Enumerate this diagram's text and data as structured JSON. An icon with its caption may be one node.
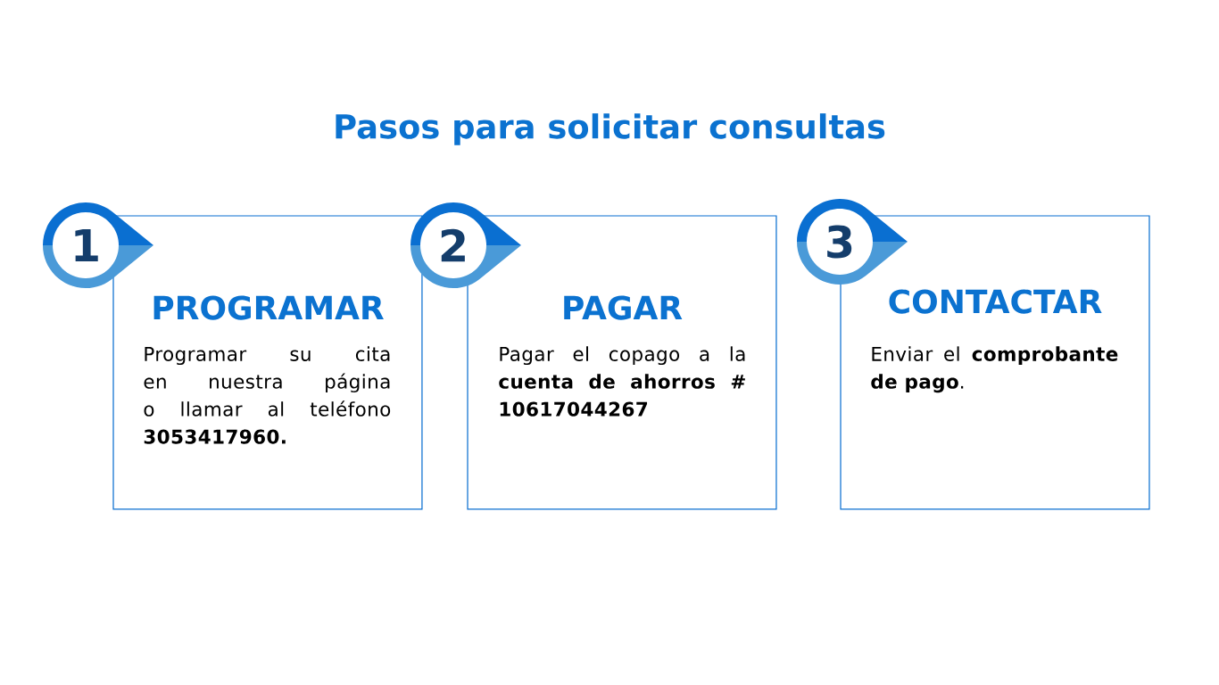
{
  "diagram": {
    "title": "Pasos para solicitar consultas",
    "nodes": [
      {
        "text": [
          "1"
        ]
      },
      {
        "text": [
          "PROGRAMAR",
          "Programar su cita en nuestra página o llamar al teléfono **3053417960.**"
        ]
      },
      {
        "text": [
          "2"
        ]
      },
      {
        "text": [
          "PAGAR",
          "Pagar el copago a la **cuenta de ahorros # 10617044267**"
        ]
      },
      {
        "text": [
          "3"
        ]
      },
      {
        "text": [
          "CONTACTAR",
          "Enviar el **comprobante de pago**."
        ]
      }
    ]
  }
}
